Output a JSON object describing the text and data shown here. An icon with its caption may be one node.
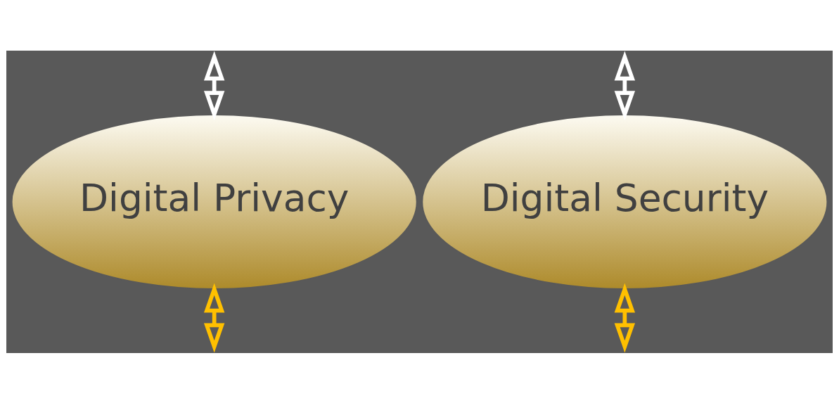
{
  "diagram": {
    "nodes": [
      {
        "text": [
          "Digital Privacy"
        ]
      },
      {
        "text": [
          "Digital Security"
        ]
      }
    ],
    "edges": [
      {
        "from": 0,
        "to": null,
        "arrow": "both",
        "color": "#ffc000"
      },
      {
        "from": 1,
        "to": null,
        "arrow": "both",
        "color": "#ffc000"
      },
      {
        "from": null,
        "to": 0,
        "arrow": "both",
        "color": "#ffffff"
      },
      {
        "from": null,
        "to": 1,
        "arrow": "both",
        "color": "#ffffff"
      }
    ]
  }
}
